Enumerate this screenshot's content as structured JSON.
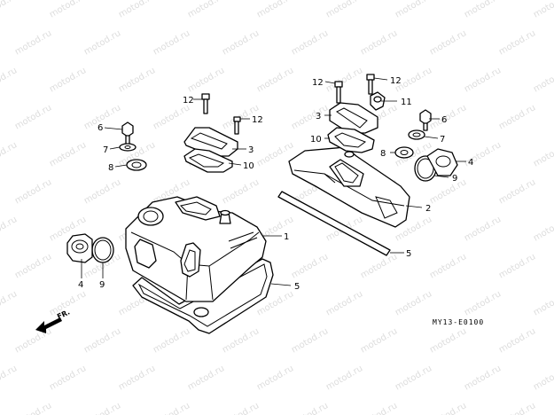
{
  "watermark": "motod.ru",
  "diagram_code": "MY13-E0100",
  "direction_label": "FR.",
  "callouts": [
    {
      "id": "c12a",
      "label": "12"
    },
    {
      "id": "c12b",
      "label": "12"
    },
    {
      "id": "c12c",
      "label": "12"
    },
    {
      "id": "c12d",
      "label": "12"
    },
    {
      "id": "c6a",
      "label": "6"
    },
    {
      "id": "c6b",
      "label": "6"
    },
    {
      "id": "c7a",
      "label": "7"
    },
    {
      "id": "c7b",
      "label": "7"
    },
    {
      "id": "c8a",
      "label": "8"
    },
    {
      "id": "c8b",
      "label": "8"
    },
    {
      "id": "c3a",
      "label": "3"
    },
    {
      "id": "c3b",
      "label": "3"
    },
    {
      "id": "c10a",
      "label": "10"
    },
    {
      "id": "c10b",
      "label": "10"
    },
    {
      "id": "c11",
      "label": "11"
    },
    {
      "id": "c4a",
      "label": "4"
    },
    {
      "id": "c4b",
      "label": "4"
    },
    {
      "id": "c9a",
      "label": "9"
    },
    {
      "id": "c9b",
      "label": "9"
    },
    {
      "id": "c2",
      "label": "2"
    },
    {
      "id": "c1",
      "label": "1"
    },
    {
      "id": "c5a",
      "label": "5"
    },
    {
      "id": "c5b",
      "label": "5"
    }
  ]
}
